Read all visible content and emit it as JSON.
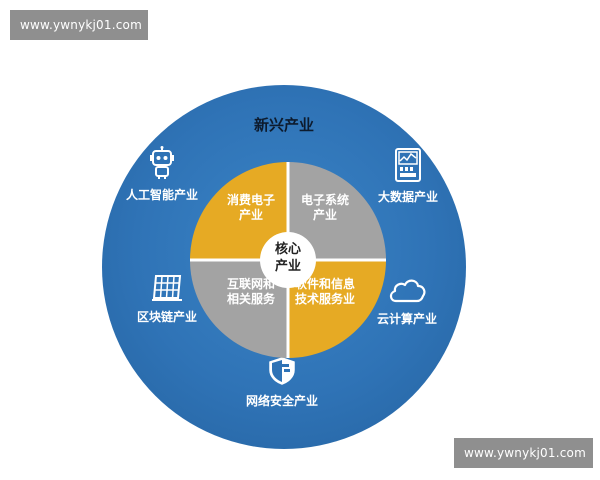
{
  "watermarks": {
    "top": "www.ywnykj01.com",
    "bottom": "www.ywnykj01.com"
  },
  "diagram": {
    "title": "新兴产业",
    "core": {
      "line1": "核心",
      "line2": "产业"
    },
    "quadrants": {
      "top_left": {
        "line1": "消费电子",
        "line2": "产业",
        "color": "#e6aa24"
      },
      "top_right": {
        "line1": "电子系统",
        "line2": "产业",
        "color": "#a3a3a3"
      },
      "bottom_left": {
        "line1": "互联网和",
        "line2": "相关服务",
        "color": "#a3a3a3"
      },
      "bottom_right": {
        "line1": "软件和信息",
        "line2": "技术服务业",
        "color": "#e6aa24"
      }
    },
    "industries": {
      "ai": {
        "label": "人工智能产业",
        "icon": "robot-icon"
      },
      "big_data": {
        "label": "大数据产业",
        "icon": "dashboard-monitor-icon"
      },
      "blockchain": {
        "label": "区块链产业",
        "icon": "grid-blocks-icon"
      },
      "cloud": {
        "label": "云计算产业",
        "icon": "cloud-icon"
      },
      "security": {
        "label": "网络安全产业",
        "icon": "shield-icon"
      }
    },
    "colors": {
      "outer_circle": "#2f73b6",
      "accent_yellow": "#e6aa24",
      "accent_gray": "#a3a3a3",
      "title_text": "#0d1b2e"
    }
  }
}
